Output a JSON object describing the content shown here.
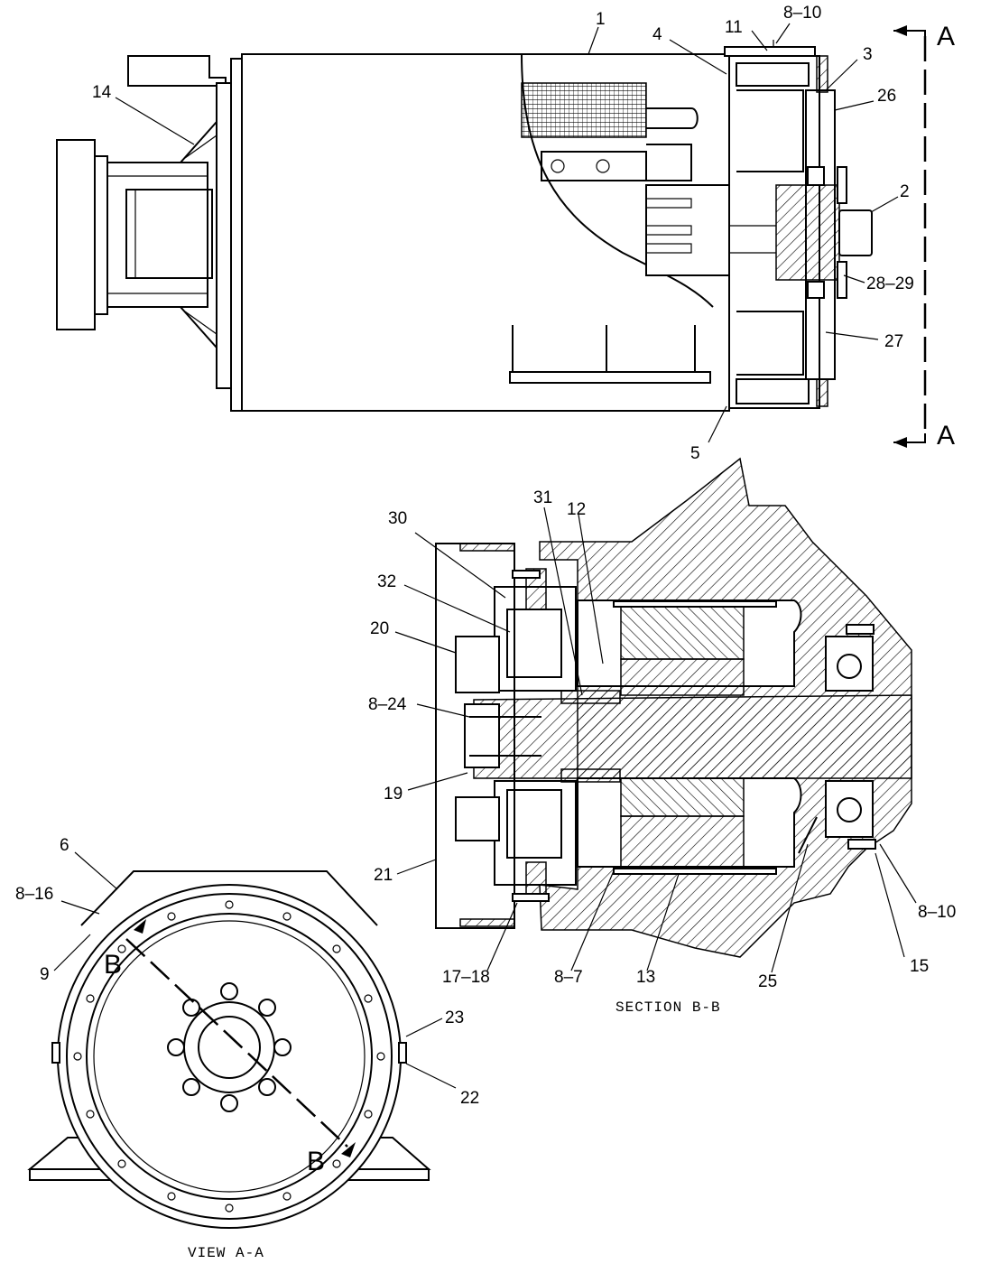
{
  "callouts": {
    "c1": "1",
    "c2": "2",
    "c3": "3",
    "c4": "4",
    "c5": "5",
    "c6": "6",
    "c8_7": "8–7",
    "c8_10a": "8–10",
    "c8_10b": "8–10",
    "c8_16": "8–16",
    "c8_24": "8–24",
    "c9": "9",
    "c11": "11",
    "c12": "12",
    "c13": "13",
    "c14": "14",
    "c15": "15",
    "c17_18": "17–18",
    "c19": "19",
    "c20": "20",
    "c21": "21",
    "c22": "22",
    "c23": "23",
    "c25": "25",
    "c26": "26",
    "c27": "27",
    "c28_29": "28–29",
    "c30": "30",
    "c31": "31",
    "c32": "32"
  },
  "section_markers": {
    "a_top": "A",
    "a_bottom": "A",
    "b_top": "B",
    "b_bottom": "B"
  },
  "captions": {
    "section_bb": "SECTION B-B",
    "view_aa": "VIEW A-A"
  }
}
